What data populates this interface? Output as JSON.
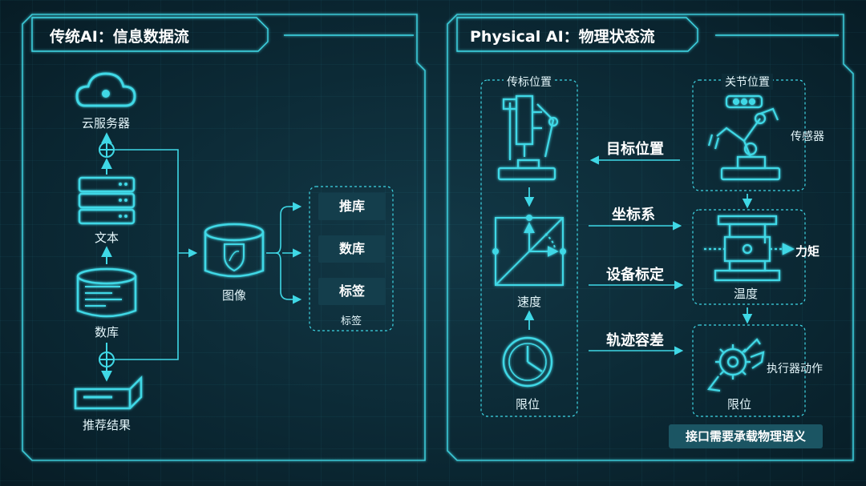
{
  "left_panel": {
    "title": "传统AI：信息数据流",
    "nodes": {
      "cloud": "云服务器",
      "text": "文本",
      "database": "数库",
      "result": "推荐结果",
      "image": "图像"
    },
    "chips": [
      "推库",
      "数库",
      "标签"
    ],
    "chip_group_label": "标签"
  },
  "right_panel": {
    "title": "Physical AI：物理状态流",
    "left_column": {
      "top_label": "传标位置",
      "mid_label": "速度",
      "bottom_label": "限位"
    },
    "right_column": {
      "top_label": "关节位置",
      "sensor_label": "传感器",
      "mid_label": "温度",
      "torque_label": "力矩",
      "bottom_label": "限位",
      "actuator_label": "执行器动作"
    },
    "flows": [
      "目标位置",
      "坐标系",
      "设备标定",
      "轨迹容差"
    ],
    "badge": "接口需要承载物理语义"
  },
  "colors": {
    "accent": "#3fd8e6",
    "background": "#0a2530",
    "text": "#ffffff"
  }
}
